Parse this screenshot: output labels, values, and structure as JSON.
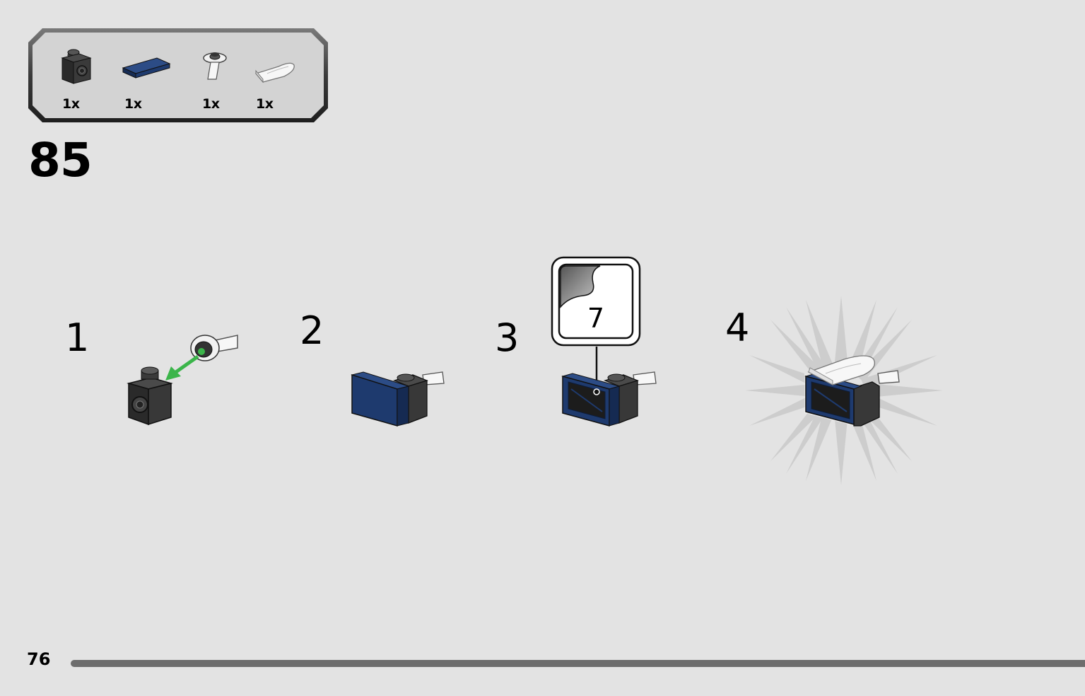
{
  "parts_list": {
    "items": [
      {
        "icon": "black-headlight-brick-icon",
        "qty": "1x"
      },
      {
        "icon": "dark-blue-tile-icon",
        "qty": "1x"
      },
      {
        "icon": "light-bulb-piece-icon",
        "qty": "1x"
      },
      {
        "icon": "transparent-curved-slope-icon",
        "qty": "1x"
      }
    ]
  },
  "step": {
    "number": "85",
    "substeps": [
      {
        "label": "1"
      },
      {
        "label": "2"
      },
      {
        "label": "3"
      },
      {
        "label": "4"
      }
    ],
    "sticker": {
      "label": "7"
    }
  },
  "page": {
    "number": "76"
  },
  "colors": {
    "background": "#e3e3e3",
    "dark_blue": "#1e3a6e",
    "black_brick": "#2e2e2e",
    "arrow_green": "#3bb54a",
    "page_bar": "#6d6d6d"
  }
}
